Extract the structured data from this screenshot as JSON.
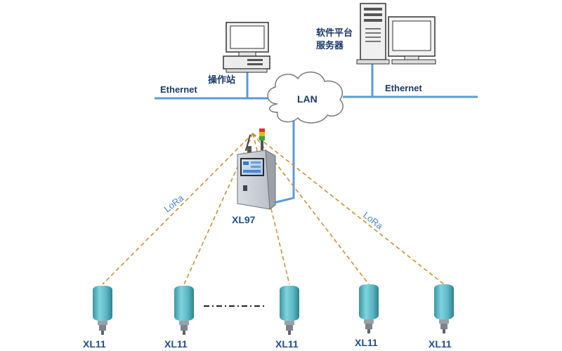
{
  "network": {
    "left_link_label": "Ethernet",
    "right_link_label": "Ethernet",
    "cloud_label": "LAN",
    "workstation_label": "操作站",
    "server_label_line1": "软件平台",
    "server_label_line2": "服务器"
  },
  "gateway": {
    "label": "XL97"
  },
  "wireless": {
    "left_label": "LoRa",
    "right_label": "LoRa"
  },
  "sensors": [
    {
      "label": "XL11"
    },
    {
      "label": "XL11"
    },
    {
      "label": "XL11"
    },
    {
      "label": "XL11"
    },
    {
      "label": "XL11"
    }
  ],
  "colors": {
    "link_blue": "#5b9bd5",
    "lora_line": "#c8923a",
    "sensor_body": "#5fb8c4",
    "label_text": "#1f4e8c"
  }
}
